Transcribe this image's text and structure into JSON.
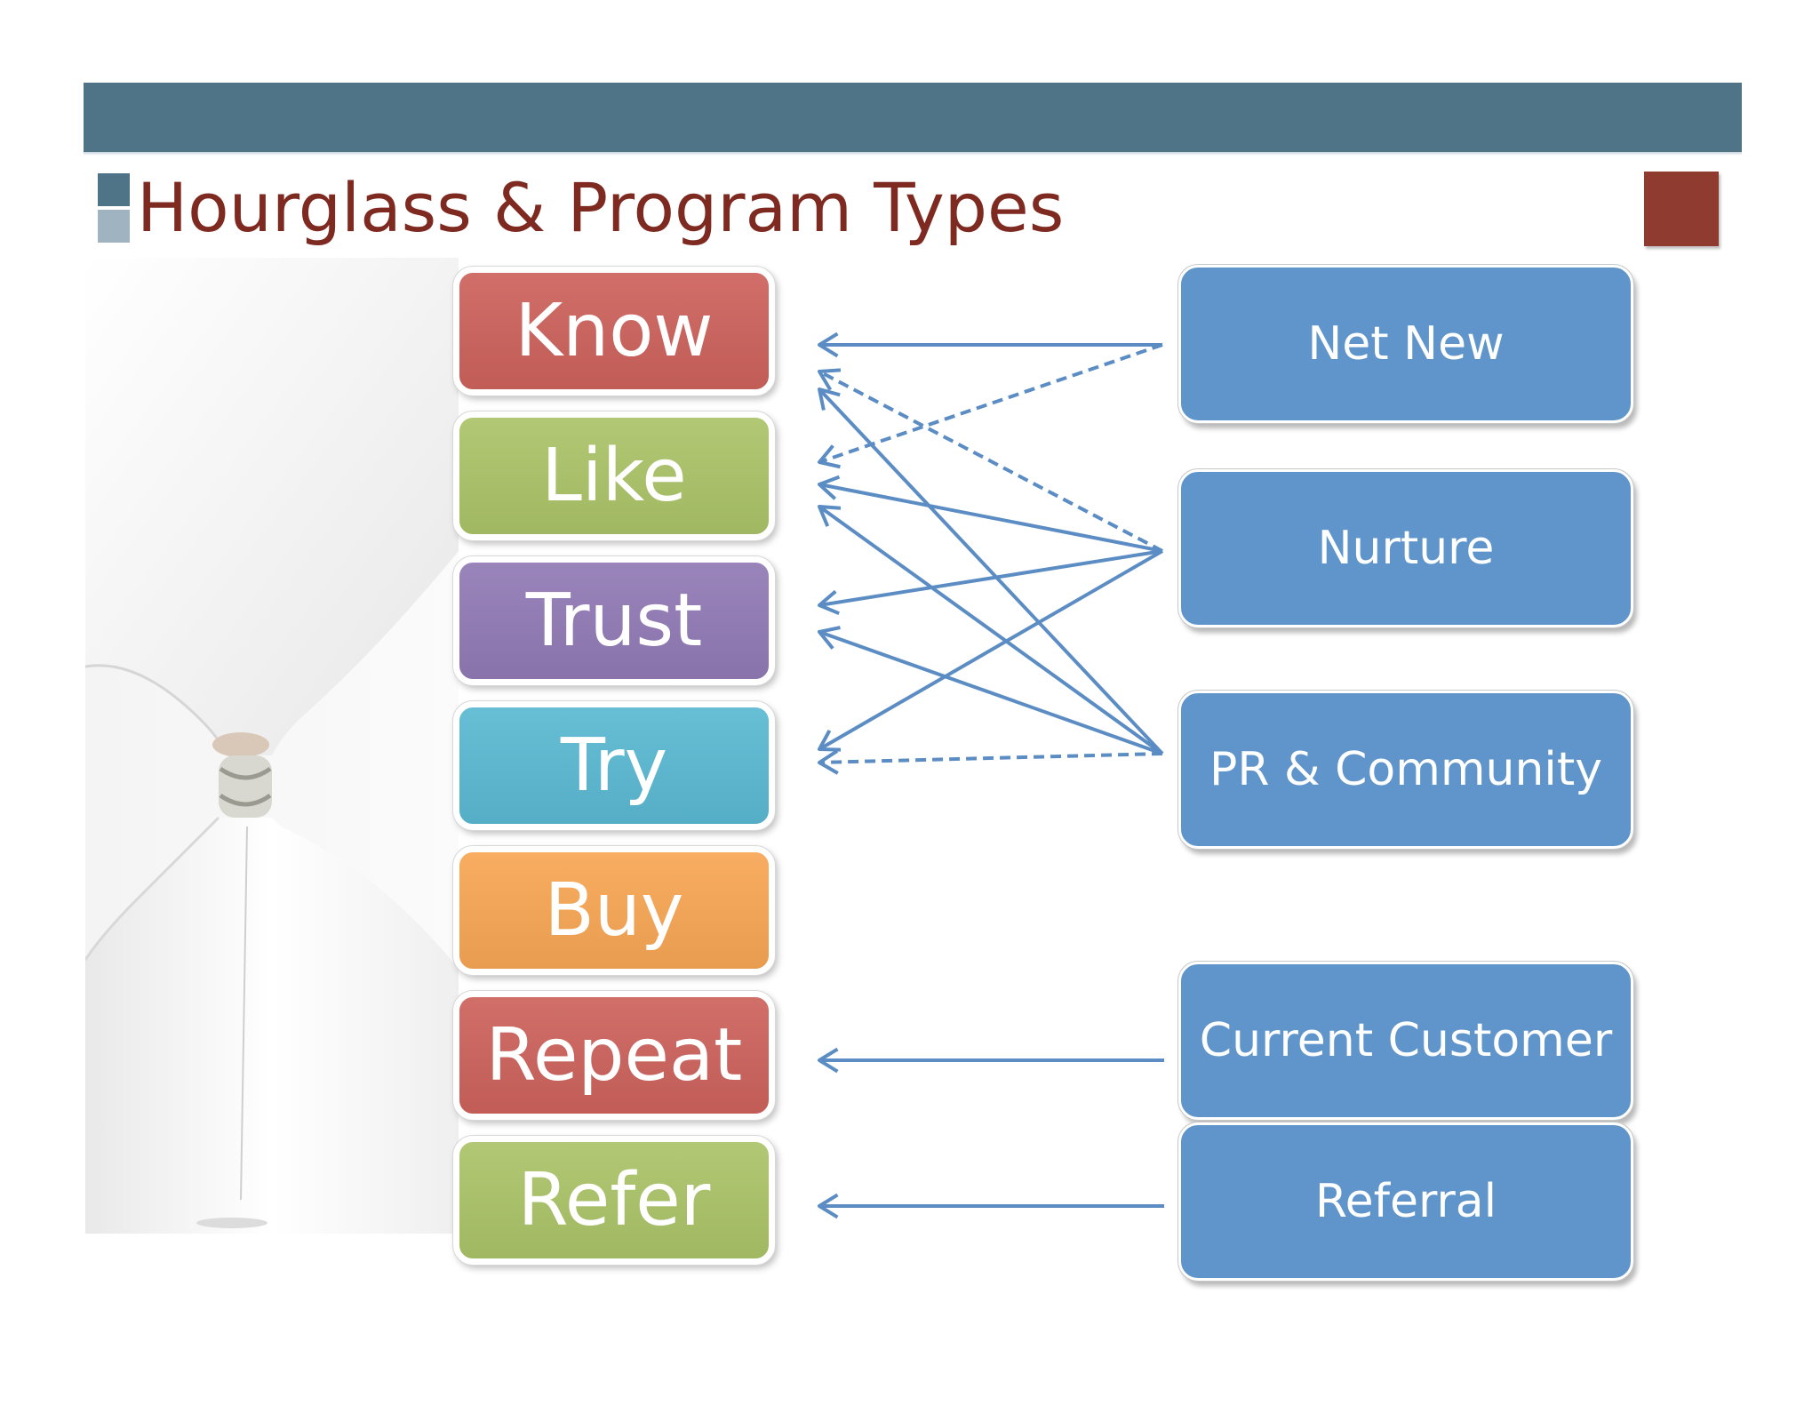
{
  "slide": {
    "title": "Hourglass & Program Types"
  },
  "stages": [
    {
      "id": "know",
      "label": "Know",
      "color": "#cd625c"
    },
    {
      "id": "like",
      "label": "Like",
      "color": "#abc368"
    },
    {
      "id": "trust",
      "label": "Trust",
      "color": "#917ab5"
    },
    {
      "id": "try",
      "label": "Try",
      "color": "#5ab9d2"
    },
    {
      "id": "buy",
      "label": "Buy",
      "color": "#f7a654"
    },
    {
      "id": "repeat",
      "label": "Repeat",
      "color": "#cd625c"
    },
    {
      "id": "refer",
      "label": "Refer",
      "color": "#abc368"
    }
  ],
  "program_types": [
    {
      "id": "net-new",
      "label": "Net New"
    },
    {
      "id": "nurture",
      "label": "Nurture"
    },
    {
      "id": "pr-community",
      "label": "PR & Community"
    },
    {
      "id": "current-customer",
      "label": "Current Customer"
    },
    {
      "id": "referral",
      "label": "Referral"
    }
  ],
  "connections": [
    {
      "from": "net-new",
      "to": "know",
      "style": "solid"
    },
    {
      "from": "net-new",
      "to": "like",
      "style": "dashed"
    },
    {
      "from": "nurture",
      "to": "know",
      "style": "dashed"
    },
    {
      "from": "nurture",
      "to": "like",
      "style": "solid"
    },
    {
      "from": "nurture",
      "to": "trust",
      "style": "solid"
    },
    {
      "from": "nurture",
      "to": "try",
      "style": "solid"
    },
    {
      "from": "pr-community",
      "to": "know",
      "style": "solid"
    },
    {
      "from": "pr-community",
      "to": "like",
      "style": "solid"
    },
    {
      "from": "pr-community",
      "to": "trust",
      "style": "solid"
    },
    {
      "from": "pr-community",
      "to": "try",
      "style": "dashed"
    },
    {
      "from": "current-customer",
      "to": "repeat",
      "style": "solid"
    },
    {
      "from": "referral",
      "to": "refer",
      "style": "solid"
    }
  ],
  "colors": {
    "header_band": "#4f7387",
    "title_text": "#7f2a21",
    "program_box": "#5f95ca",
    "arrow": "#5b8dc4",
    "corner_square": "#8f3b30"
  },
  "icons": {
    "background_image": "hourglass-icon"
  }
}
